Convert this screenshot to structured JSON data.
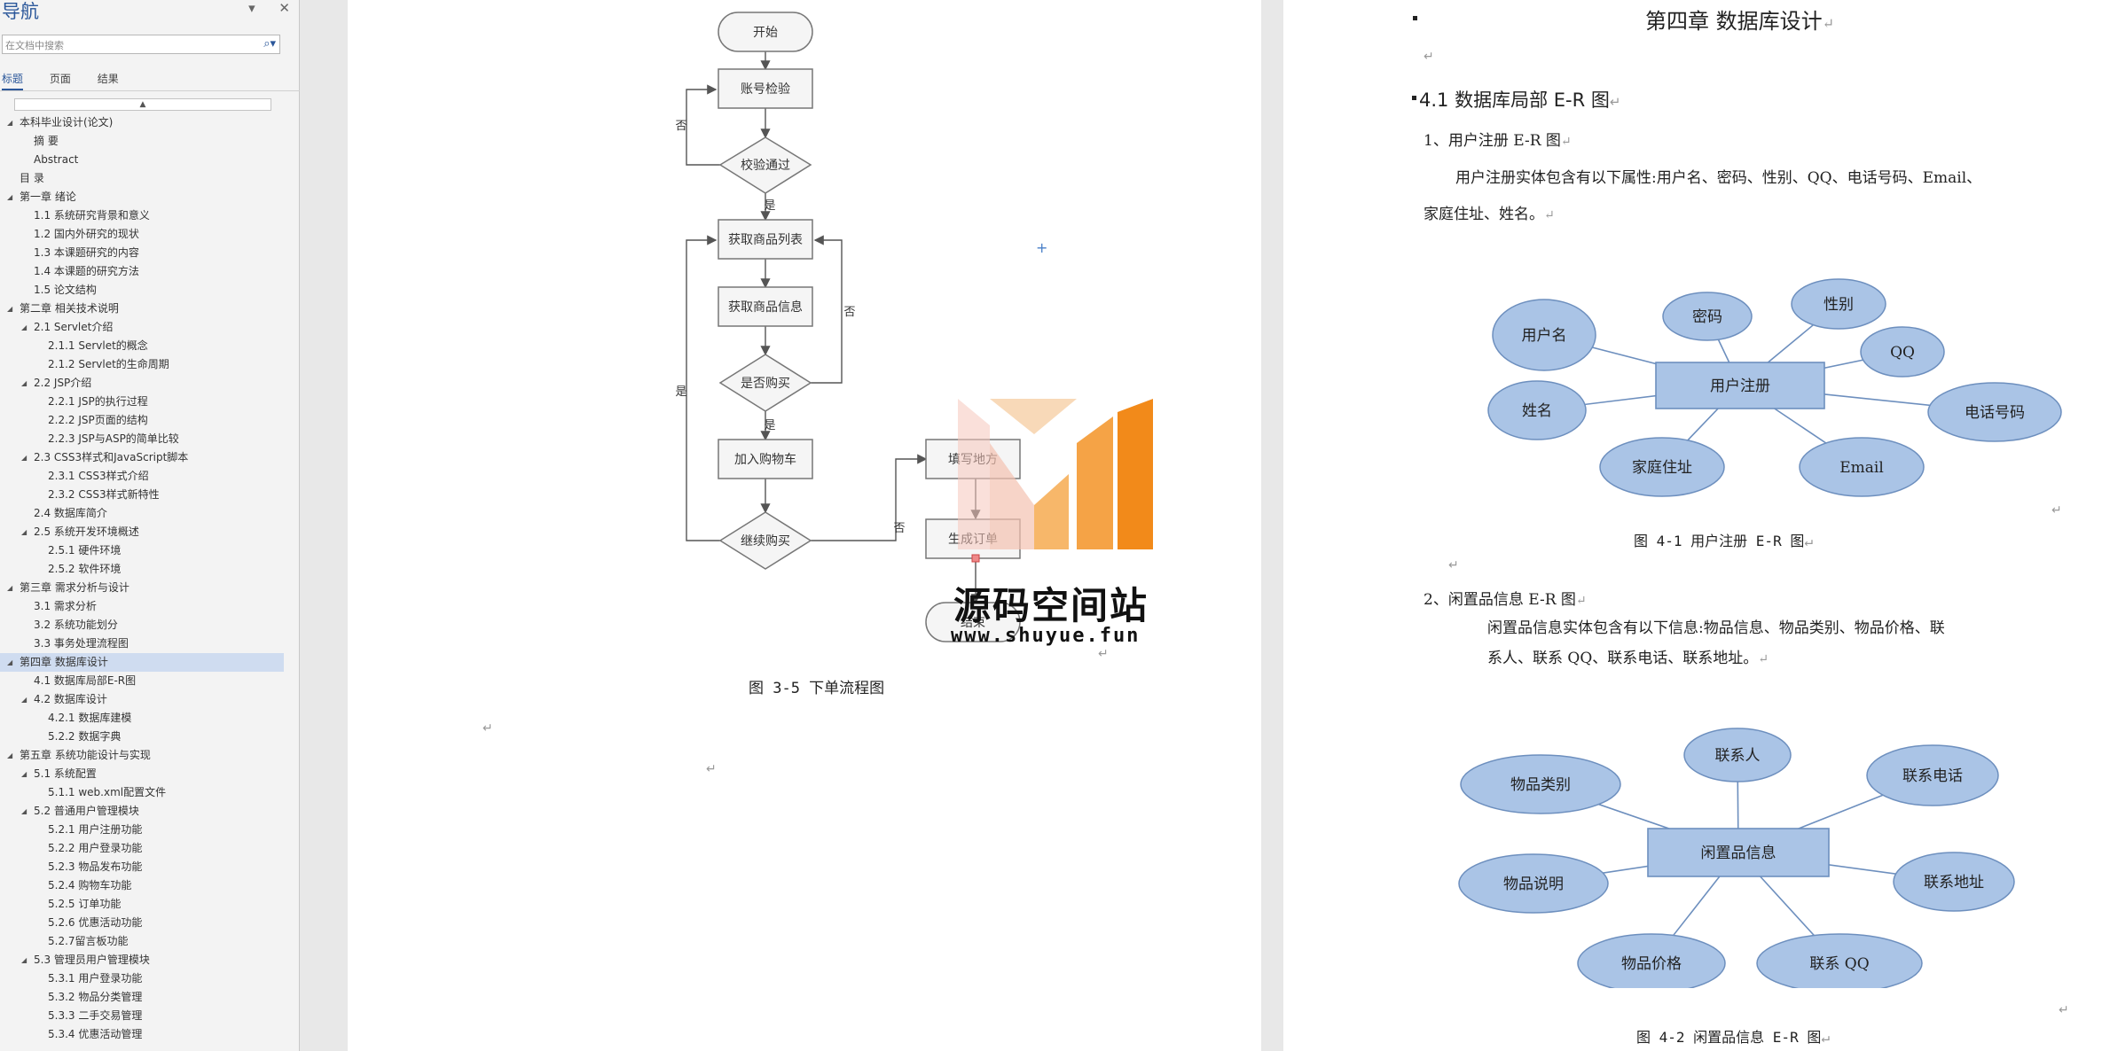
{
  "nav": {
    "title": "导航",
    "search_placeholder": "在文档中搜索",
    "tabs": [
      "标题",
      "页面",
      "结果"
    ],
    "collapse_glyph": "▲",
    "items": [
      {
        "label": "本科毕业设计(论文)",
        "level": 0,
        "expanded": true
      },
      {
        "label": "摘  要",
        "level": 1
      },
      {
        "label": "Abstract",
        "level": 1
      },
      {
        "label": "目  录",
        "level": 0
      },
      {
        "label": "第一章 绪论",
        "level": 0,
        "expanded": true
      },
      {
        "label": "1.1 系统研究背景和意义",
        "level": 1
      },
      {
        "label": "1.2 国内外研究的现状",
        "level": 1
      },
      {
        "label": "1.3 本课题研究的内容",
        "level": 1
      },
      {
        "label": "1.4 本课题的研究方法",
        "level": 1
      },
      {
        "label": "1.5 论文结构",
        "level": 1
      },
      {
        "label": "第二章 相关技术说明",
        "level": 0,
        "expanded": true
      },
      {
        "label": "2.1 Servlet介绍",
        "level": 1,
        "expanded": true
      },
      {
        "label": "2.1.1 Servlet的概念",
        "level": 2
      },
      {
        "label": "2.1.2 Servlet的生命周期",
        "level": 2
      },
      {
        "label": "2.2 JSP介绍",
        "level": 1,
        "expanded": true
      },
      {
        "label": "2.2.1 JSP的执行过程",
        "level": 2
      },
      {
        "label": "2.2.2 JSP页面的结构",
        "level": 2
      },
      {
        "label": "2.2.3 JSP与ASP的简单比较",
        "level": 2
      },
      {
        "label": "2.3 CSS3样式和JavaScript脚本",
        "level": 1,
        "expanded": true
      },
      {
        "label": "2.3.1 CSS3样式介绍",
        "level": 2
      },
      {
        "label": "2.3.2 CSS3样式新特性",
        "level": 2
      },
      {
        "label": "2.4 数据库简介",
        "level": 1
      },
      {
        "label": "2.5 系统开发环境概述",
        "level": 1,
        "expanded": true
      },
      {
        "label": "2.5.1 硬件环境",
        "level": 2
      },
      {
        "label": "2.5.2 软件环境",
        "level": 2
      },
      {
        "label": "第三章 需求分析与设计",
        "level": 0,
        "expanded": true
      },
      {
        "label": "3.1 需求分析",
        "level": 1
      },
      {
        "label": "3.2 系统功能划分",
        "level": 1
      },
      {
        "label": "3.3 事务处理流程图",
        "level": 1
      },
      {
        "label": "第四章 数据库设计",
        "level": 0,
        "expanded": true,
        "selected": true
      },
      {
        "label": "4.1 数据库局部E-R图",
        "level": 1
      },
      {
        "label": "4.2 数据库设计",
        "level": 1,
        "expanded": true
      },
      {
        "label": "4.2.1 数据库建模",
        "level": 2
      },
      {
        "label": "5.2.2 数据字典",
        "level": 2
      },
      {
        "label": "第五章 系统功能设计与实现",
        "level": 0,
        "expanded": true
      },
      {
        "label": "5.1 系统配置",
        "level": 1,
        "expanded": true
      },
      {
        "label": "5.1.1 web.xml配置文件",
        "level": 2
      },
      {
        "label": "5.2 普通用户管理模块",
        "level": 1,
        "expanded": true
      },
      {
        "label": "5.2.1 用户注册功能",
        "level": 2
      },
      {
        "label": "5.2.2 用户登录功能",
        "level": 2
      },
      {
        "label": "5.2.3 物品发布功能",
        "level": 2
      },
      {
        "label": "5.2.4 购物车功能",
        "level": 2
      },
      {
        "label": "5.2.5 订单功能",
        "level": 2
      },
      {
        "label": "5.2.6 优惠活动功能",
        "level": 2
      },
      {
        "label": "5.2.7留言板功能",
        "level": 2
      },
      {
        "label": "5.3 管理员用户管理模块",
        "level": 1,
        "expanded": true
      },
      {
        "label": "5.3.1 用户登录功能",
        "level": 2
      },
      {
        "label": "5.3.2 物品分类管理",
        "level": 2
      },
      {
        "label": "5.3.3 二手交易管理",
        "level": 2
      },
      {
        "label": "5.3.4 优惠活动管理",
        "level": 2
      }
    ]
  },
  "flowchart": {
    "start": "开始",
    "check_account": "账号检验",
    "check_pass": "校验通过",
    "get_list": "获取商品列表",
    "get_info": "获取商品信息",
    "buy_q": "是否购买",
    "add_cart": "加入购物车",
    "continue_q": "继续购买",
    "fill": "填写地方",
    "generate": "生成订单",
    "end": "结束",
    "yes": "是",
    "no": "否",
    "caption": "图 3-5  下单流程图"
  },
  "watermark": {
    "text": "源码空间站",
    "url": "www.shuyue.fun"
  },
  "doc": {
    "chapter_title": "第四章  数据库设计",
    "section_title": "4.1  数据库局部 E-R 图",
    "sub1_title": "1、用户注册 E-R 图",
    "sub1_line1": "用户注册实体包含有以下属性:用户名、密码、性别、QQ、电话号码、Email、",
    "sub1_line2": "家庭住址、姓名。",
    "fig1_caption": "图 4-1   用户注册 E-R 图",
    "sub2_title": "2、闲置品信息 E-R 图",
    "sub2_line1": "闲置品信息实体包含有以下信息:物品信息、物品类别、物品价格、联",
    "sub2_line2": "系人、联系 QQ、联系电话、联系地址。",
    "fig2_caption": "图 4-2 闲置品信息 E-R 图",
    "para_mark": "↵"
  },
  "er1": {
    "entity": "用户注册",
    "attrs": [
      "用户名",
      "密码",
      "性别",
      "QQ",
      "电话号码",
      "Email",
      "家庭住址",
      "姓名"
    ]
  },
  "er2": {
    "entity": "闲置品信息",
    "attrs": [
      "物品类别",
      "联系人",
      "联系电话",
      "联系地址",
      "联系 QQ",
      "物品价格",
      "物品说明"
    ]
  },
  "colors": {
    "er_fill": "#aac4e6",
    "er_stroke": "#6d8fbe",
    "accent": "#2b579a",
    "wm_orange": "#f28a1a"
  }
}
